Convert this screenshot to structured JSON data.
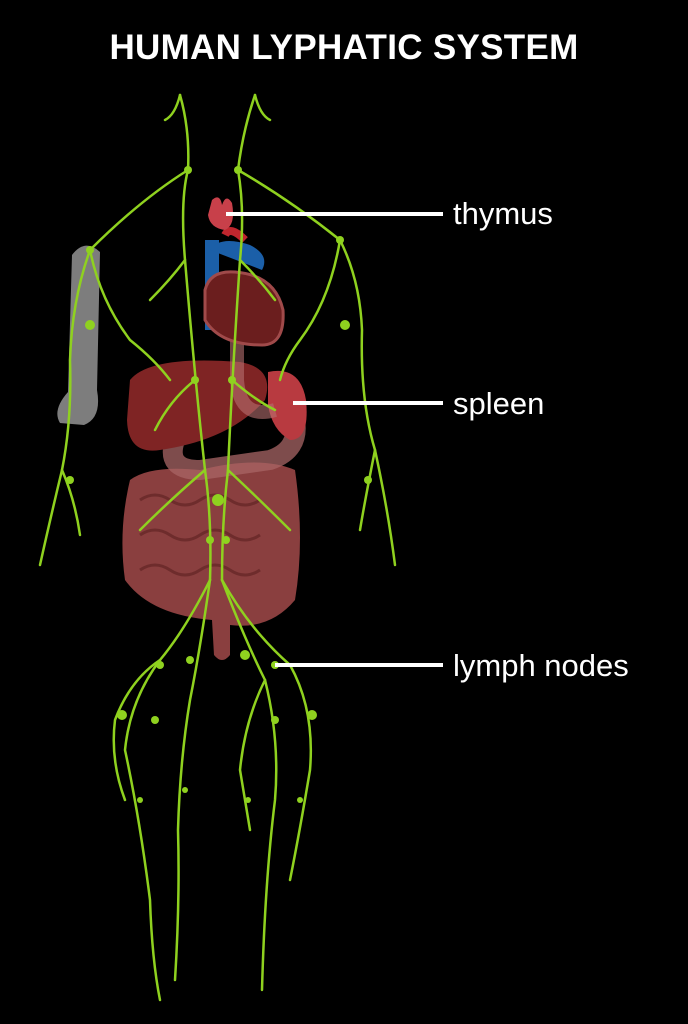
{
  "title": "HUMAN LYPHATIC SYSTEM",
  "labels": {
    "thymus": "thymus",
    "spleen": "spleen",
    "lymph_nodes": "lymph nodes"
  },
  "colors": {
    "background": "#000000",
    "lymph": "#8fd11f",
    "organ": "#8b2a2a",
    "bone": "#8a8a8a"
  }
}
